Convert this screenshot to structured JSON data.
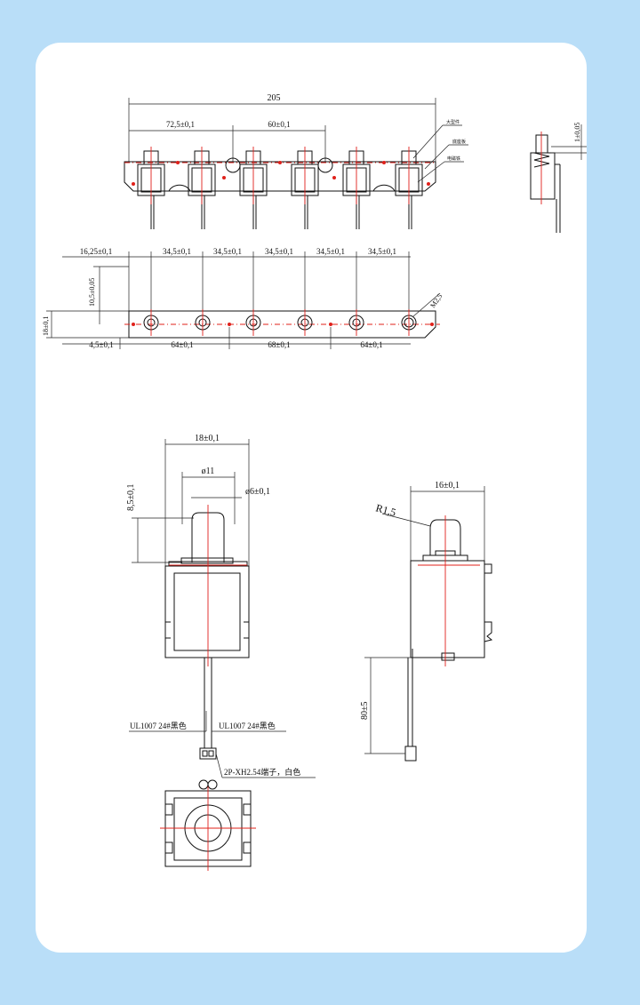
{
  "top_view": {
    "overall_width": "205",
    "dim_pitch_a": "72,5±0,1",
    "dim_pitch_b": "60±0,1",
    "callout_1": "大型件",
    "callout_2": "底座板",
    "callout_3": "电磁铁",
    "side_height": "1±0,05"
  },
  "plate_view": {
    "dim_offset": "16,25±0,1",
    "dim_spacing": [
      "34,5±0,1",
      "34,5±0,1",
      "34,5±0,1",
      "34,5±0,1",
      "34,5±0,1"
    ],
    "dim_vertical_a": "10,5±0,05",
    "dim_vertical_b": "18±0,1",
    "dim_hole": "M2,5",
    "dim_bottom": [
      "4,5±0,1",
      "64±0,1",
      "68±0,1",
      "64±0,1"
    ]
  },
  "front_view": {
    "width": "18±0,1",
    "plunger_height": "8,5±0,1",
    "plunger_head": "ø11",
    "plunger_shaft": "ø6±0,1",
    "wire_left": "UL1007 24#黑色",
    "wire_right": "UL1007 24#黑色",
    "connector": "2P-XH2.54端子，白色"
  },
  "side_view": {
    "width": "16±0,1",
    "radius": "R1,5",
    "lead_length": "80±5"
  }
}
